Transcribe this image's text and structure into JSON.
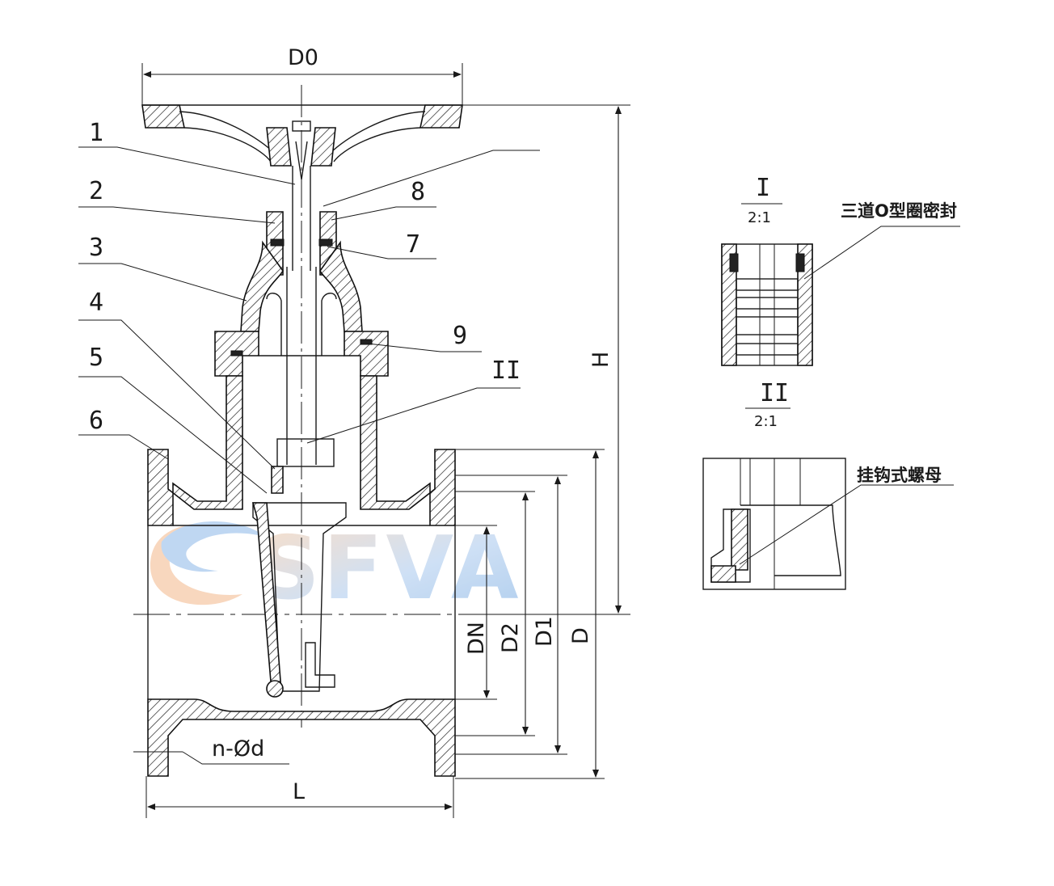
{
  "dimensions": {
    "handwheel_diameter": "D0",
    "height": "H",
    "nominal_diameter": "DN",
    "d2": "D2",
    "d1": "D1",
    "flange_diameter": "D",
    "length": "L",
    "bolt_holes": "n-Ød"
  },
  "part_numbers": [
    "1",
    "2",
    "3",
    "4",
    "5",
    "6",
    "7",
    "8",
    "9"
  ],
  "detail_views": {
    "detail_1": {
      "label": "I",
      "scale": "2:1"
    },
    "detail_2": {
      "label": "II",
      "scale": "2:1"
    }
  },
  "annotations": {
    "oring_seal": "三道O型圈密封",
    "hook_nut": "挂钩式螺母"
  },
  "watermark": {
    "text": "SFVA",
    "colors": [
      "#f5b98a",
      "#7fb2e6"
    ]
  },
  "colors": {
    "line": "#1a1a1a",
    "background": "#ffffff"
  }
}
